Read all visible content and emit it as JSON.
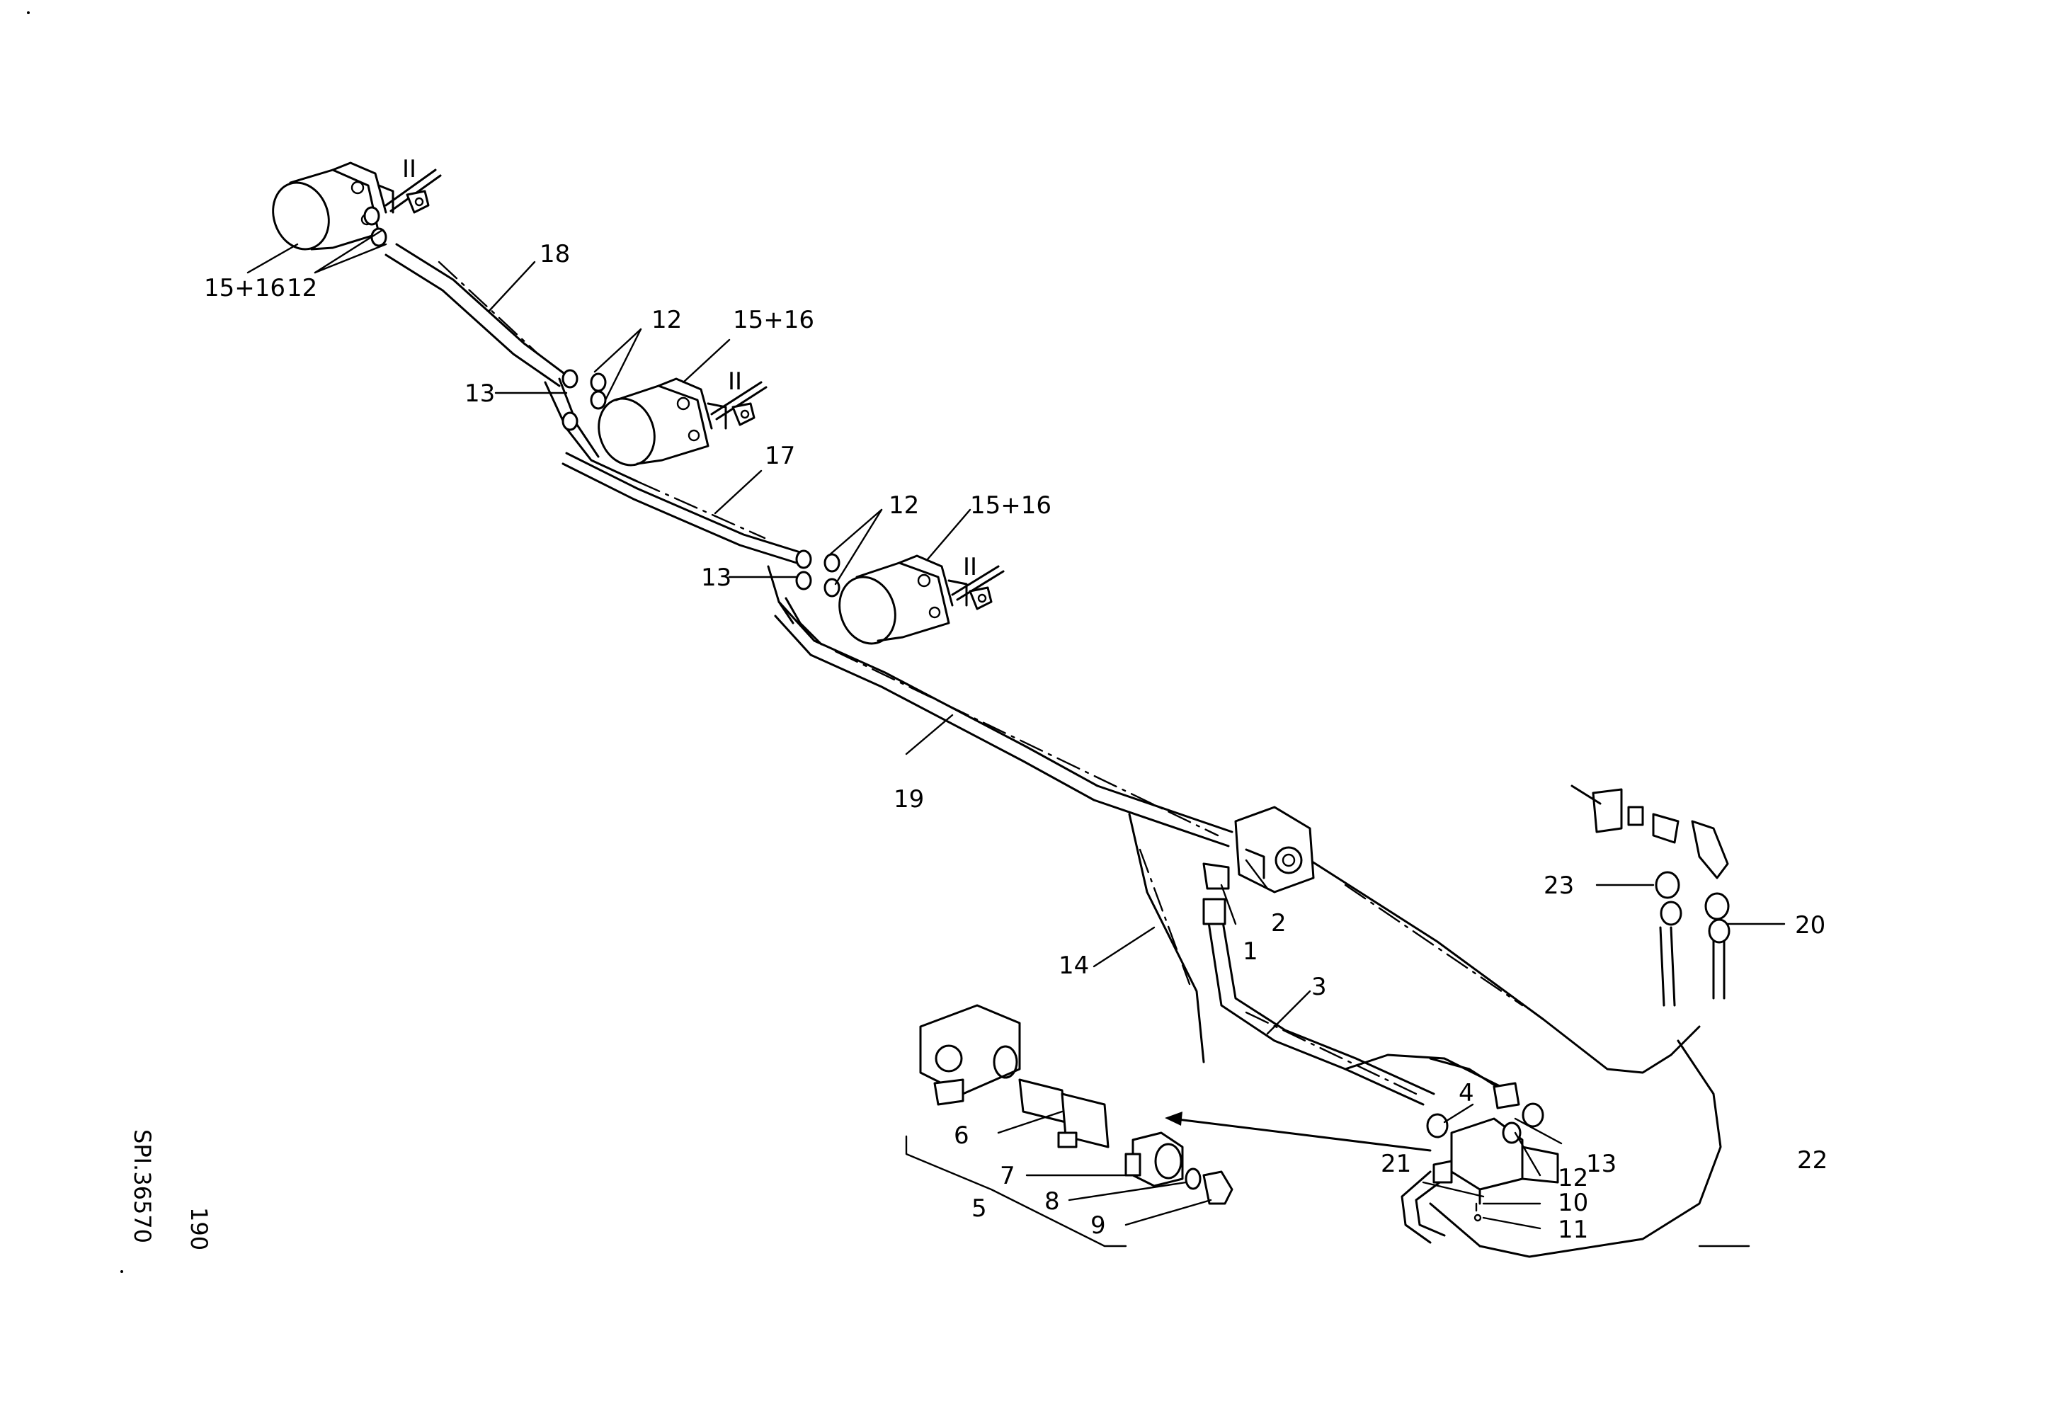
{
  "labels": {
    "l1": "1",
    "l2": "2",
    "l3": "3",
    "l4": "4",
    "l5": "5",
    "l6": "6",
    "l7": "7",
    "l8": "8",
    "l9": "9",
    "l10": "10",
    "l11": "11",
    "l12a": "12",
    "l12b": "12",
    "l12c": "12",
    "l12d": "12",
    "l13a": "13",
    "l13b": "13",
    "l13c": "13",
    "l14": "14",
    "l15a": "15+16",
    "l15b": "15+16",
    "l15c": "15+16",
    "l17": "17",
    "l18": "18",
    "l19": "19",
    "l20": "20",
    "l21": "21",
    "l22": "22",
    "l23": "23"
  },
  "sidebar": {
    "page_number": "190",
    "drawing_id": "SPI.36570"
  },
  "roman_marker": "II"
}
